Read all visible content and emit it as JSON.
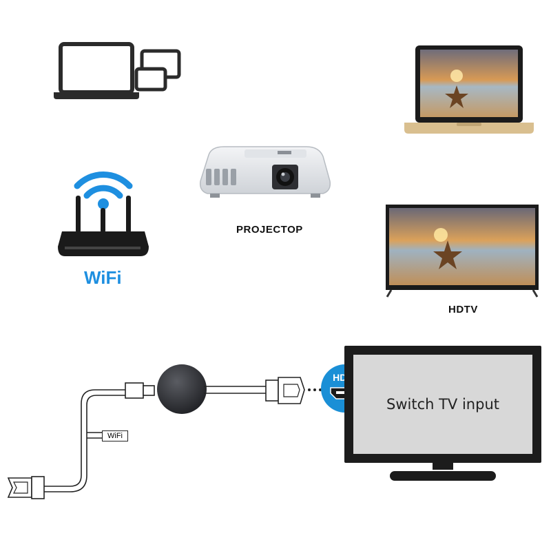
{
  "labels": {
    "projector": "PROJECTOP",
    "hdtv": "HDTV",
    "wifi_router": "WiFi",
    "wifi_tag": "WiFi",
    "hdmi_badge": "HDMI",
    "tv_screen": "Switch TV input"
  },
  "colors": {
    "wifi_blue": "#1e8fe0",
    "hdmi_badge_blue": "#1a8fd6",
    "device_outline": "#2b2b2b",
    "laptop_gold": "#d9bf8f"
  }
}
